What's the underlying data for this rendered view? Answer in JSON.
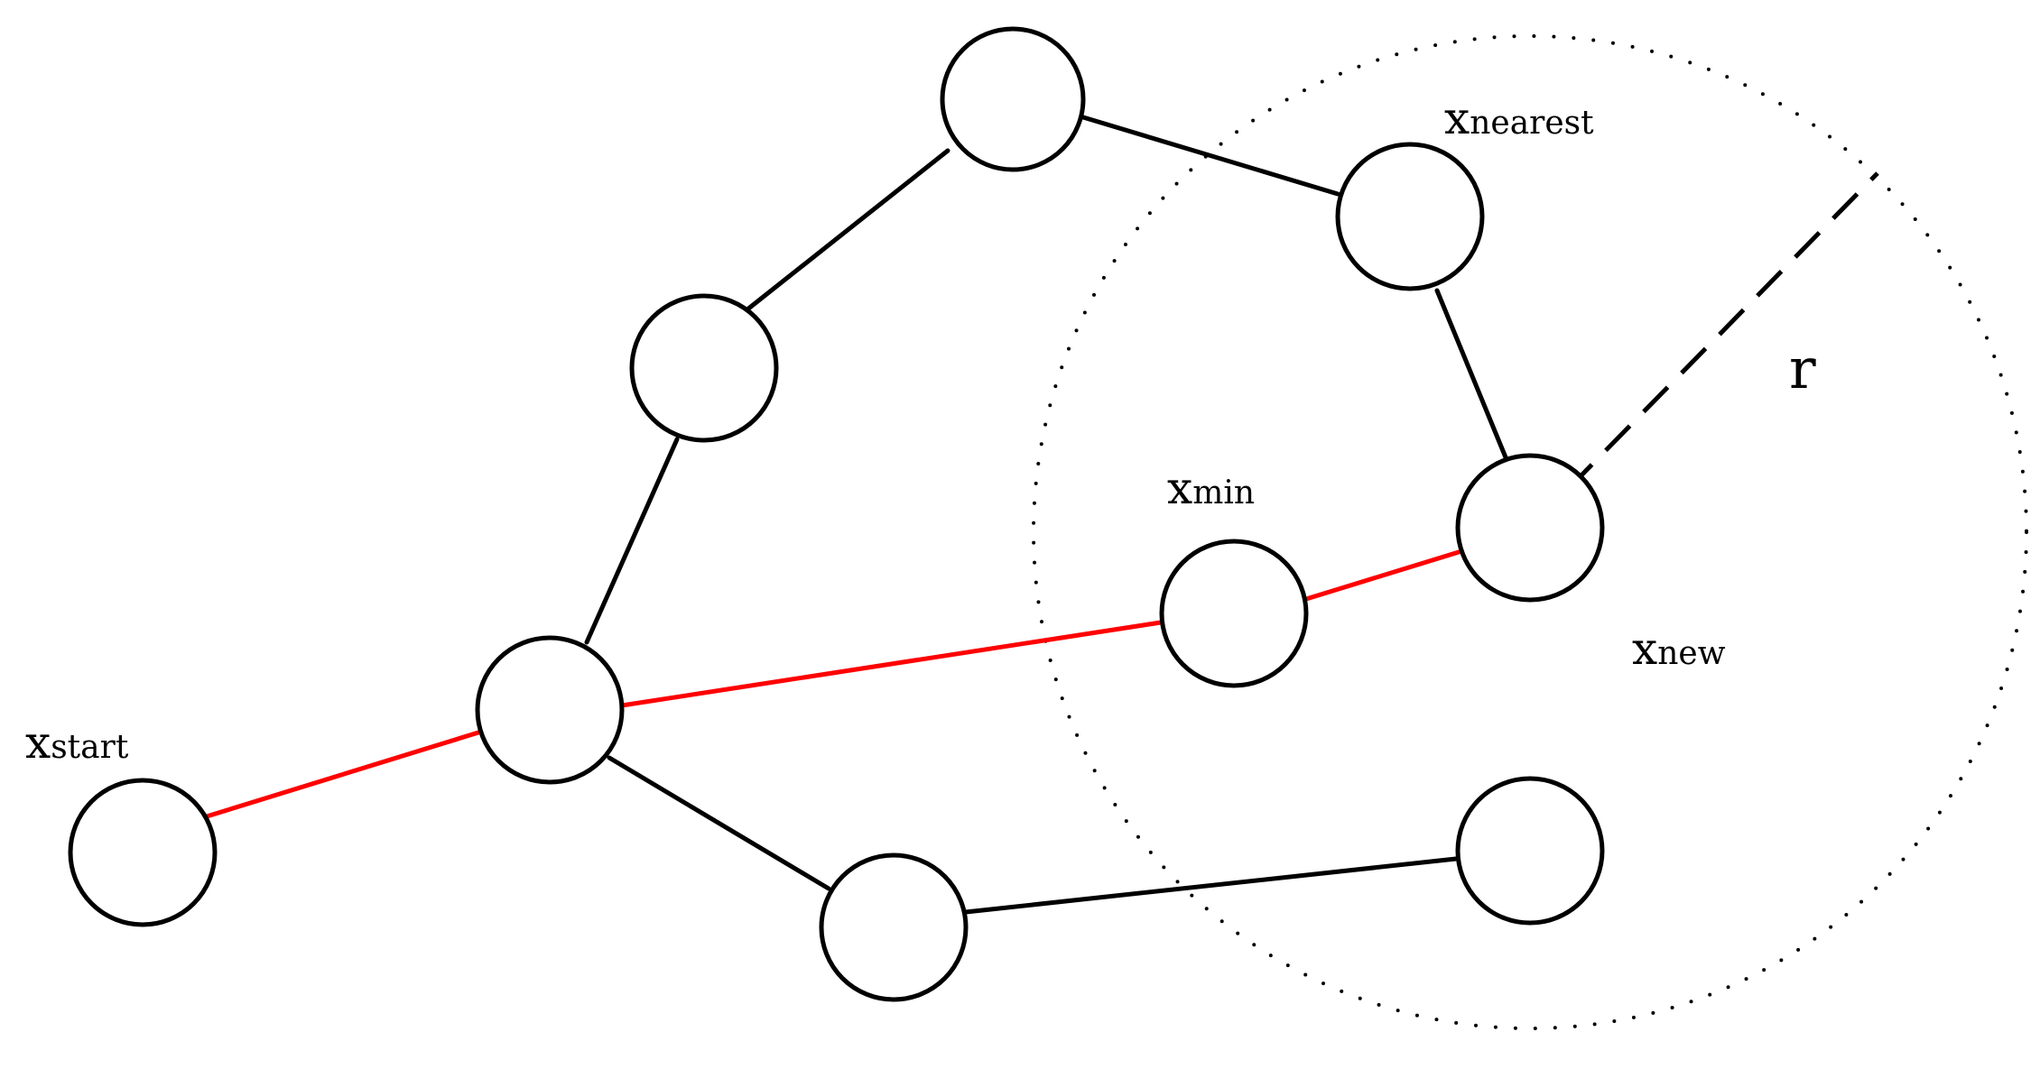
{
  "diagram": {
    "labels": {
      "x_start": {
        "main": "x",
        "sub": "start"
      },
      "x_nearest": {
        "main": "x",
        "sub": "nearest"
      },
      "x_min": {
        "main": "x",
        "sub": "min"
      },
      "x_new": {
        "main": "x",
        "sub": "new"
      },
      "radius": "r"
    },
    "colors": {
      "tree_edge": "#000000",
      "path_edge": "#ff0000",
      "node_stroke": "#000000",
      "node_fill": "#ffffff",
      "neighborhood": "#000000",
      "background": "#ffffff"
    }
  }
}
